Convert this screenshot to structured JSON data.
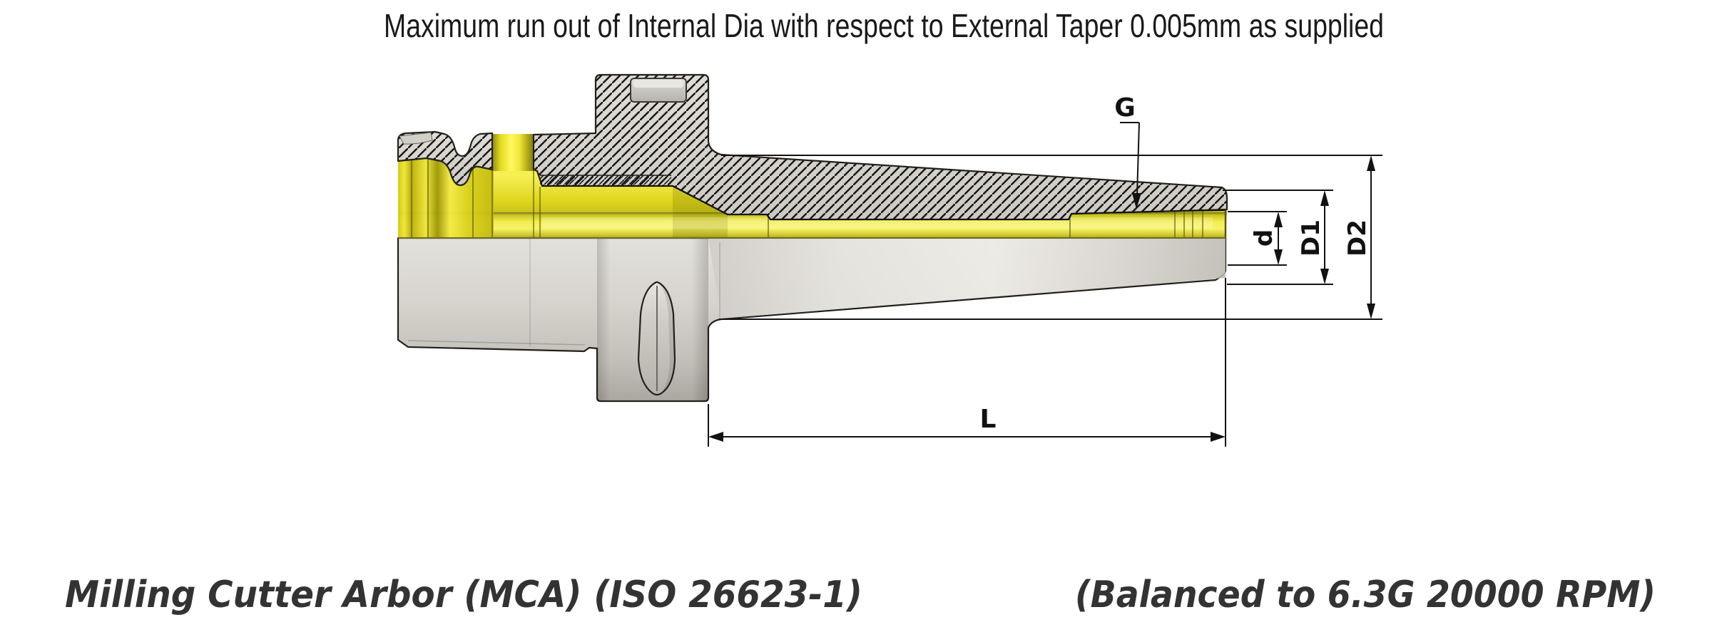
{
  "colors": {
    "background": "#ffffff",
    "text": "#1a1a1a",
    "caption": "#333333",
    "dimension": "#121212",
    "outline": "#23211c",
    "hatch_line": "#161616",
    "part_yellow": "#f2ee4f",
    "part_gray": "#d6d3cd"
  },
  "captions": {
    "top": "Maximum run out of Internal Dia with respect to External Taper 0.005mm as supplied",
    "bottom_left": "Milling Cutter Arbor (MCA) (ISO 26623-1)",
    "bottom_right": "(Balanced to 6.3G 20000 RPM)"
  },
  "dimensions": {
    "thread_label": "G",
    "pilot_diameter_label": "d",
    "front_diameter_label": "D1",
    "body_diameter_label": "D2",
    "length_label": "L"
  }
}
